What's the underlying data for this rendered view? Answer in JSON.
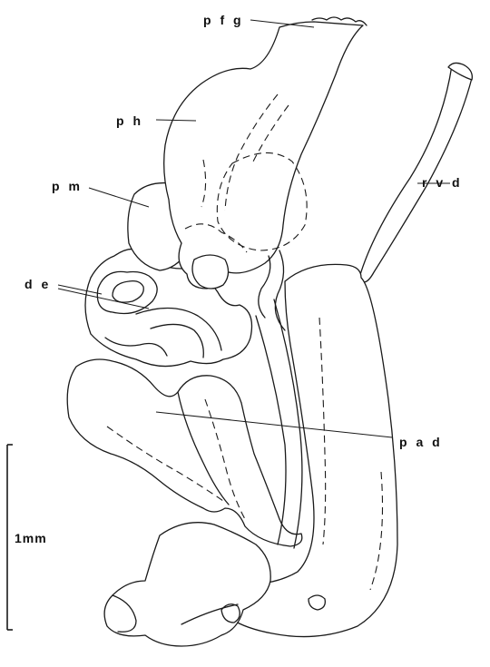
{
  "figure": {
    "labels": {
      "pfg": "p f g",
      "ph": "p h",
      "pm": "p m",
      "rvd": "r v d",
      "de": "d e",
      "pad": "p a d"
    },
    "scale_bar": {
      "label": "1mm"
    }
  }
}
